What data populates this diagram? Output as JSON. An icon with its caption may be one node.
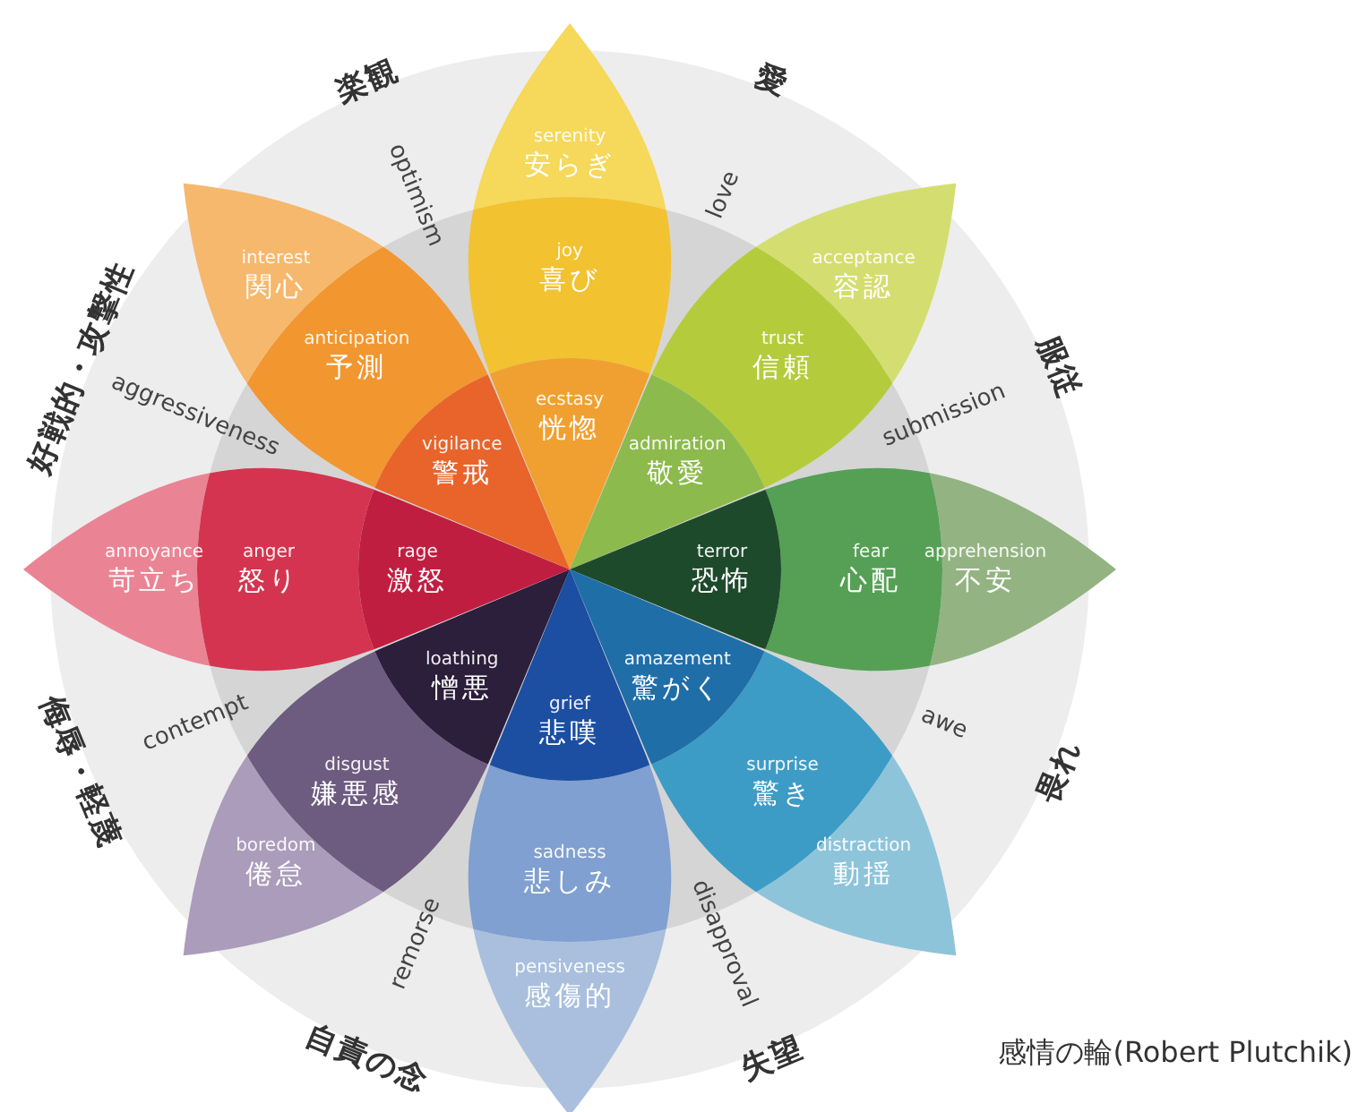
{
  "diagram": {
    "caption": "感情の輪(Robert Plutchik)",
    "nodes": [
      {
        "text": [
          "serenity",
          "安らぎ"
        ]
      },
      {
        "text": [
          "joy",
          "喜び"
        ]
      },
      {
        "text": [
          "ecstasy",
          "恍惚"
        ]
      },
      {
        "text": [
          "acceptance",
          "容認"
        ]
      },
      {
        "text": [
          "trust",
          "信頼"
        ]
      },
      {
        "text": [
          "admiration",
          "敬愛"
        ]
      },
      {
        "text": [
          "apprehension",
          "不安"
        ]
      },
      {
        "text": [
          "fear",
          "心配"
        ]
      },
      {
        "text": [
          "terror",
          "恐怖"
        ]
      },
      {
        "text": [
          "distraction",
          "動揺"
        ]
      },
      {
        "text": [
          "surprise",
          "驚き"
        ]
      },
      {
        "text": [
          "amazement",
          "驚がく"
        ]
      },
      {
        "text": [
          "pensiveness",
          "感傷的"
        ]
      },
      {
        "text": [
          "sadness",
          "悲しみ"
        ]
      },
      {
        "text": [
          "grief",
          "悲嘆"
        ]
      },
      {
        "text": [
          "boredom",
          "倦怠"
        ]
      },
      {
        "text": [
          "disgust",
          "嫌悪感"
        ]
      },
      {
        "text": [
          "loathing",
          "憎悪"
        ]
      },
      {
        "text": [
          "annoyance",
          "苛立ち"
        ]
      },
      {
        "text": [
          "anger",
          "怒り"
        ]
      },
      {
        "text": [
          "rage",
          "激怒"
        ]
      },
      {
        "text": [
          "interest",
          "関心"
        ]
      },
      {
        "text": [
          "anticipation",
          "予測"
        ]
      },
      {
        "text": [
          "vigilance",
          "警戒"
        ]
      }
    ],
    "labels": [
      "love",
      "愛",
      "submission",
      "服従",
      "awe",
      "畏れ",
      "disapproval",
      "失望",
      "remorse",
      "自責の念",
      "contempt",
      "侮辱・軽蔑",
      "aggressiveness",
      "好戦的・攻撃性",
      "optimism",
      "楽観"
    ]
  }
}
